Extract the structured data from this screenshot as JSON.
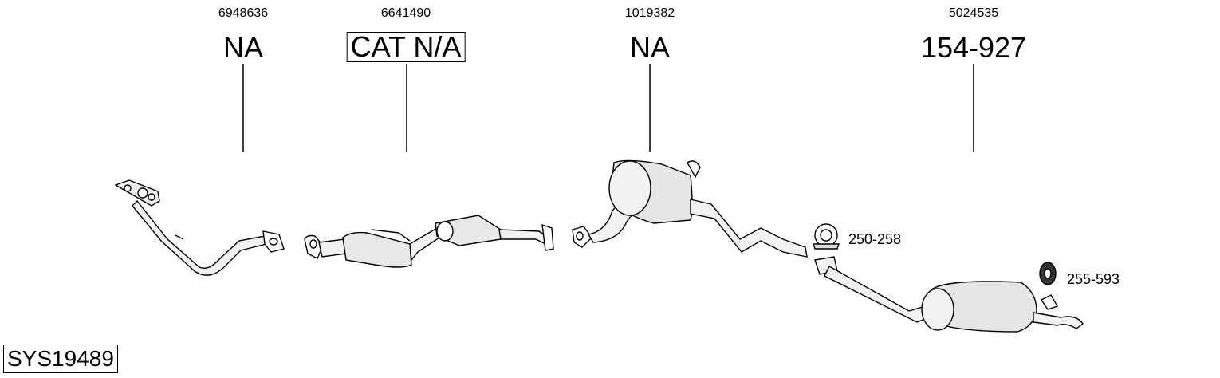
{
  "parts": [
    {
      "oem": "6948636",
      "code": "NA",
      "boxed": false
    },
    {
      "oem": "6641490",
      "code": "CAT N/A",
      "boxed": true
    },
    {
      "oem": "1019382",
      "code": "NA",
      "boxed": false
    },
    {
      "oem": "5024535",
      "code": "154-927",
      "boxed": false
    }
  ],
  "accessories": [
    {
      "code": "250-258"
    },
    {
      "code": "255-593"
    }
  ],
  "system_code": "SYS19489"
}
